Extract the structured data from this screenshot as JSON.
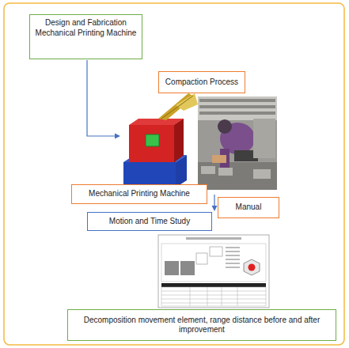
{
  "diagram": {
    "nodes": [
      {
        "text": [
          "Design and Fabrication Mechanical Printing Machine"
        ]
      },
      {
        "text": [
          "Compaction Process"
        ]
      },
      {
        "text": [
          "Mechanical Printing Machine"
        ]
      },
      {
        "text": [
          "Manual"
        ]
      },
      {
        "text": [
          "Motion and Time Study"
        ]
      },
      {
        "text": [
          "Decomposition movement element, range distance before and after improvement"
        ]
      }
    ]
  }
}
